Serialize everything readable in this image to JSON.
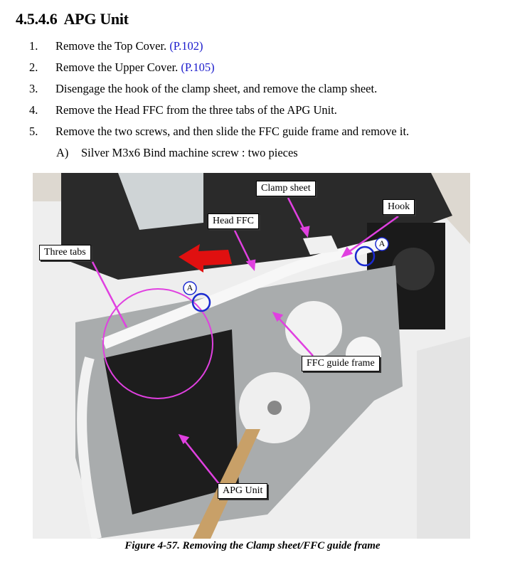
{
  "section": {
    "number": "4.5.4.6",
    "title": "APG Unit"
  },
  "steps": [
    {
      "num": "1.",
      "text": "Remove the Top Cover. ",
      "link": "(P.102)"
    },
    {
      "num": "2.",
      "text": "Remove the Upper Cover. ",
      "link": "(P.105)"
    },
    {
      "num": "3.",
      "text": "Disengage the hook of the clamp sheet, and remove the clamp sheet."
    },
    {
      "num": "4.",
      "text": "Remove the Head FFC from the three tabs of the APG Unit."
    },
    {
      "num": "5.",
      "text": "Remove the two screws, and then slide the FFC guide frame and remove it."
    }
  ],
  "substep": {
    "num": "A)",
    "text": "Silver M3x6 Bind machine screw : two pieces"
  },
  "figure": {
    "labels": {
      "clamp_sheet": "Clamp sheet",
      "hook": "Hook",
      "head_ffc": "Head FFC",
      "three_tabs": "Three tabs",
      "ffc_guide_frame": "FFC guide frame",
      "apg_unit": "APG Unit",
      "screw_marker": "A"
    },
    "caption": "Figure 4-57.  Removing the Clamp sheet/FFC guide frame"
  },
  "colors": {
    "link": "#1a1acc",
    "callout": "#e040e0",
    "screw_circle": "#1a2ad0",
    "arrow": "#e01010"
  }
}
